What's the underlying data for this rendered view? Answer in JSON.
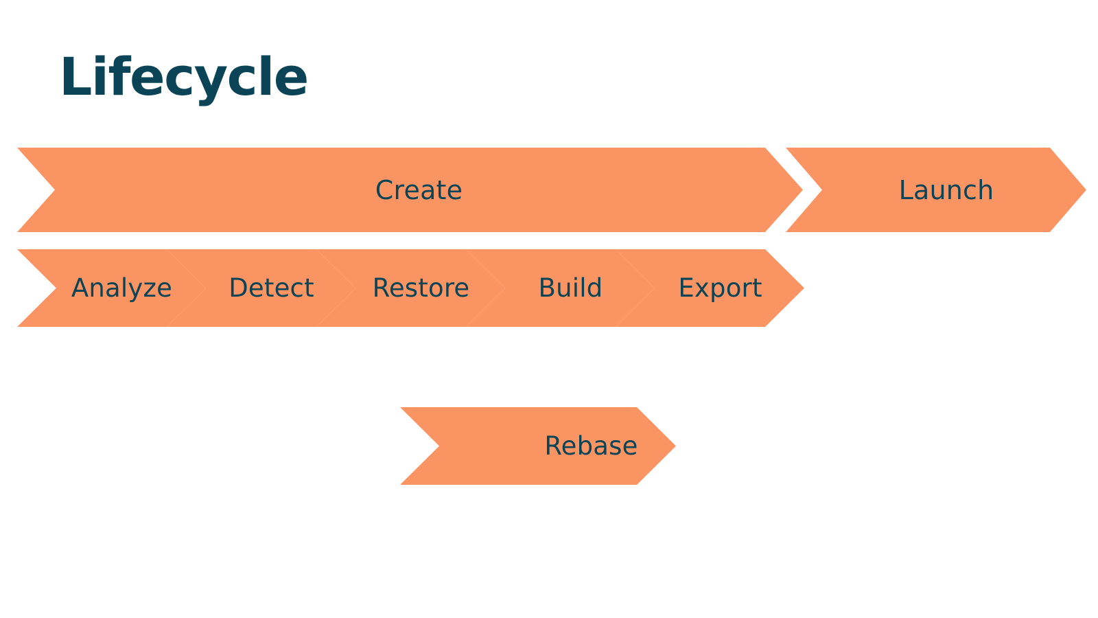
{
  "title": "Lifecycle",
  "colors": {
    "background": "#ffffff",
    "chevron_fill": "#fb9463",
    "text_dark": "#0a4456",
    "title": "#0a4456"
  },
  "diagram": {
    "type": "chevron-process-flow",
    "rows": [
      {
        "name": "primary-phases",
        "steps": [
          {
            "label": "Create"
          },
          {
            "label": "Launch"
          }
        ]
      },
      {
        "name": "create-subphases",
        "steps": [
          {
            "label": "Analyze"
          },
          {
            "label": "Detect"
          },
          {
            "label": "Restore"
          },
          {
            "label": "Build"
          },
          {
            "label": "Export"
          }
        ]
      },
      {
        "name": "additional-phase",
        "steps": [
          {
            "label": "Rebase"
          }
        ]
      }
    ]
  }
}
